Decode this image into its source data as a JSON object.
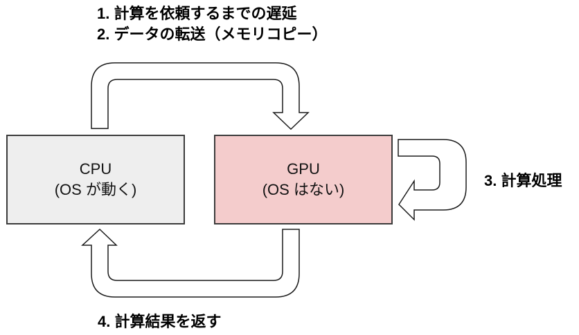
{
  "steps": {
    "step1": "1. 計算を依頼するまでの遅延",
    "step2": "2. データの転送（メモリコピー）",
    "step3": "3. 計算処理",
    "step4": "4. 計算結果を返す"
  },
  "nodes": {
    "cpu": {
      "title": "CPU",
      "subtitle": "(OS が動く)",
      "fill": "#eeeeee"
    },
    "gpu": {
      "title": "GPU",
      "subtitle": "(OS はない)",
      "fill": "#f4cccc"
    }
  },
  "arrows": [
    {
      "from": "cpu",
      "to": "gpu",
      "meaning": "request + data transfer"
    },
    {
      "from": "gpu",
      "to": "gpu",
      "meaning": "computation"
    },
    {
      "from": "gpu",
      "to": "cpu",
      "meaning": "return result"
    }
  ],
  "colors": {
    "stroke": "#1a1a1a",
    "arrow_fill": "#ffffff"
  }
}
